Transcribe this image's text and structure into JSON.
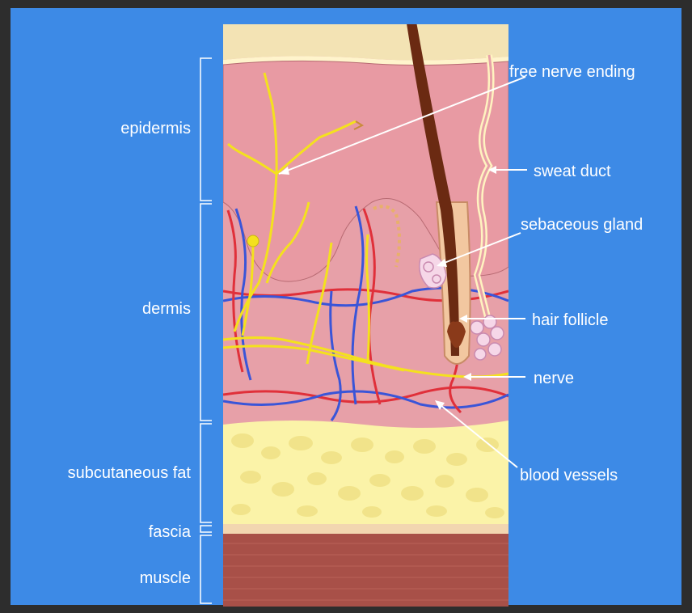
{
  "left_labels": {
    "epidermis": "epidermis",
    "dermis": "dermis",
    "subcutaneous_fat": "subcutaneous fat",
    "fascia": "fascia",
    "muscle": "muscle"
  },
  "right_labels": {
    "free_nerve_ending": "free nerve ending",
    "sweat_duct": "sweat duct",
    "sebaceous_gland": "sebaceous gland",
    "hair_follicle": "hair follicle",
    "nerve": "nerve",
    "blood_vessels": "blood vessels"
  },
  "colors": {
    "frame": "#2d2d2d",
    "background": "#3d8ae6",
    "label_text": "#ffffff",
    "stratum_top": "#f3e3b4",
    "epidermis": "#e89aa3",
    "dermis": "#e7a0a8",
    "fat": "#fbf3a8",
    "fascia": "#f2d6b0",
    "muscle": "#a85048",
    "nerve": "#f4e11e",
    "artery": "#e0303a",
    "vein": "#3a55d8",
    "hair": "#6b2a12"
  }
}
